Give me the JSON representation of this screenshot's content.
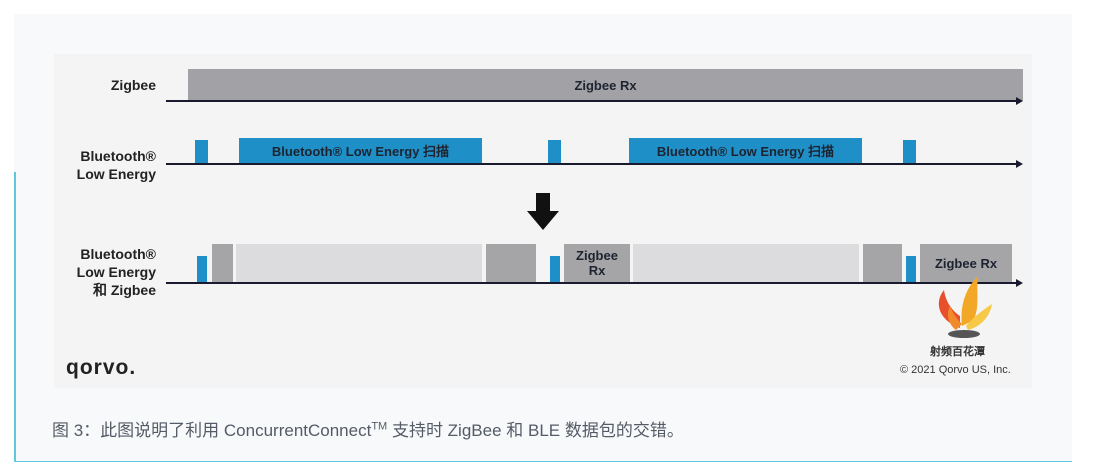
{
  "rows": {
    "zigbee_label": "Zigbee",
    "ble_label_line1": "Bluetooth®",
    "ble_label_line2": "Low Energy",
    "combined_label_line1": "Bluetooth®",
    "combined_label_line2": "Low Energy",
    "combined_label_line3": "和  Zigbee"
  },
  "blocks": {
    "zigbee_rx": "Zigbee Rx",
    "ble_scan_1": "Bluetooth® Low Energy  扫描",
    "ble_scan_2": "Bluetooth® Low Energy  扫描",
    "combined_zigbee_rx_1": "Zigbee Rx",
    "combined_zigbee_rx_2": "Zigbee Rx"
  },
  "logo": "qorvo.",
  "copyright": "© 2021 Qorvo US, Inc.",
  "watermark_text": "射频百花潭",
  "caption": {
    "prefix": "图 3：此图说明了利用 ConcurrentConnect",
    "sup": "TM",
    "suffix": " 支持时 ZigBee 和 BLE 数据包的交错。"
  },
  "colors": {
    "zigbee_gray": "#a2a2a6",
    "ble_blue": "#1f8fc7",
    "light_gray": "#dcdcde",
    "axis": "#1a1a2e"
  }
}
